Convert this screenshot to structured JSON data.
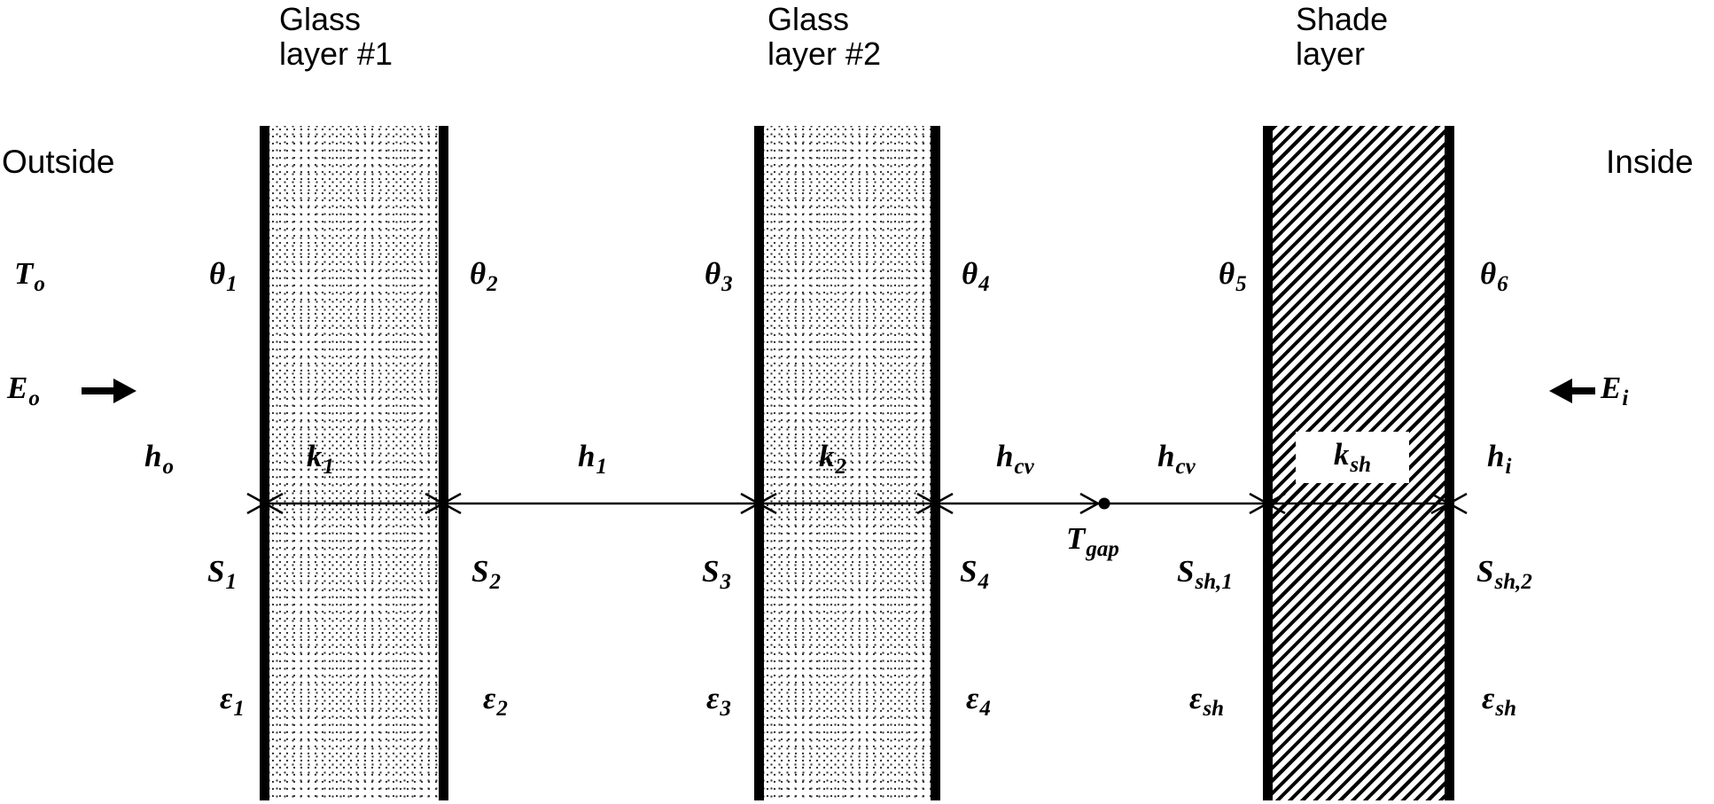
{
  "headings": {
    "glass1": {
      "line1": "Glass",
      "line2": "layer #1"
    },
    "glass2": {
      "line1": "Glass",
      "line2": "layer #2"
    },
    "shade": {
      "line1": "Shade",
      "line2": "layer"
    }
  },
  "sides": {
    "outside": "Outside",
    "inside": "Inside"
  },
  "labels": {
    "T_o": {
      "base": "T",
      "sub": "o"
    },
    "E_o": {
      "base": "E",
      "sub": "o"
    },
    "h_o": {
      "base": "h",
      "sub": "o"
    },
    "E_i": {
      "base": "E",
      "sub": "i"
    },
    "h_i": {
      "base": "h",
      "sub": "i"
    },
    "k_1": {
      "base": "k",
      "sub": "1"
    },
    "h_1": {
      "base": "h",
      "sub": "1"
    },
    "k_2": {
      "base": "k",
      "sub": "2"
    },
    "h_cv_left": {
      "base": "h",
      "sub": "cv"
    },
    "h_cv_right": {
      "base": "h",
      "sub": "cv"
    },
    "T_gap": {
      "base": "T",
      "sub": "gap"
    },
    "k_sh": {
      "base": "k",
      "sub": "sh"
    }
  },
  "theta": [
    {
      "base": "θ",
      "sub": "1"
    },
    {
      "base": "θ",
      "sub": "2"
    },
    {
      "base": "θ",
      "sub": "3"
    },
    {
      "base": "θ",
      "sub": "4"
    },
    {
      "base": "θ",
      "sub": "5"
    },
    {
      "base": "θ",
      "sub": "6"
    }
  ],
  "sources": [
    {
      "base": "S",
      "sub": "1"
    },
    {
      "base": "S",
      "sub": "2"
    },
    {
      "base": "S",
      "sub": "3"
    },
    {
      "base": "S",
      "sub": "4"
    },
    {
      "base": "S",
      "sub": "sh,1"
    },
    {
      "base": "S",
      "sub": "sh,2"
    }
  ],
  "emissivities": [
    {
      "base": "ε",
      "sub": "1"
    },
    {
      "base": "ε",
      "sub": "2"
    },
    {
      "base": "ε",
      "sub": "3"
    },
    {
      "base": "ε",
      "sub": "4"
    },
    {
      "base": "ε",
      "sub": "sh"
    },
    {
      "base": "ε",
      "sub": "sh"
    }
  ]
}
